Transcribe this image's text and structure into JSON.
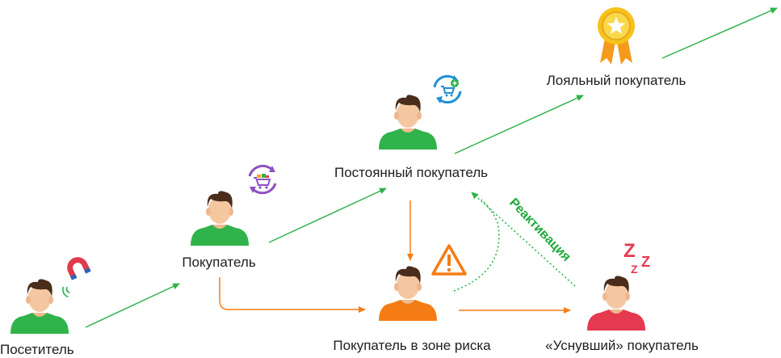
{
  "nodes": {
    "visitor": {
      "label": "Посетитель",
      "shirt_color": "#2fb34a"
    },
    "buyer": {
      "label": "Покупатель",
      "shirt_color": "#2fb34a"
    },
    "regular": {
      "label": "Постоянный покупатель",
      "shirt_color": "#2fb34a"
    },
    "loyal": {
      "label": "Лояльный покупатель"
    },
    "at_risk": {
      "label": "Покупатель в зоне риска",
      "shirt_color": "#f57c14"
    },
    "sleeping": {
      "label": "«Уснувший» покупатель",
      "shirt_color": "#e53950"
    }
  },
  "edges": [
    {
      "from": "visitor",
      "to": "buyer",
      "color": "#2fb34a",
      "style": "solid"
    },
    {
      "from": "buyer",
      "to": "regular",
      "color": "#2fb34a",
      "style": "solid"
    },
    {
      "from": "regular",
      "to": "loyal",
      "color": "#2fb34a",
      "style": "solid"
    },
    {
      "from": "loyal",
      "to": "beyond",
      "color": "#2fb34a",
      "style": "solid"
    },
    {
      "from": "buyer",
      "to": "at_risk",
      "color": "#f57c14",
      "style": "solid"
    },
    {
      "from": "regular",
      "to": "at_risk",
      "color": "#f57c14",
      "style": "solid"
    },
    {
      "from": "at_risk",
      "to": "sleeping",
      "color": "#f57c14",
      "style": "solid"
    },
    {
      "from": "at_risk",
      "to": "regular",
      "color": "#2fb34a",
      "style": "dotted"
    },
    {
      "from": "sleeping",
      "to": "regular",
      "color": "#2fb34a",
      "style": "dotted"
    }
  ],
  "reactivation_label": "Реактивация",
  "icons": {
    "magnet": "magnet-icon",
    "cart_cycle_purple": "cart-cycle-icon",
    "cart_add": "cart-add-icon",
    "award": "award-ribbon-icon",
    "warning": "warning-icon",
    "sleep": "sleep-zzz-icon"
  },
  "colors": {
    "green": "#2fb34a",
    "orange": "#f57c14",
    "red": "#e53950",
    "purple": "#8e4fc4",
    "blue": "#1f8fd6",
    "gold": "#f6c21c",
    "skin": "#f5c7a0",
    "hair": "#4a2d1c"
  }
}
